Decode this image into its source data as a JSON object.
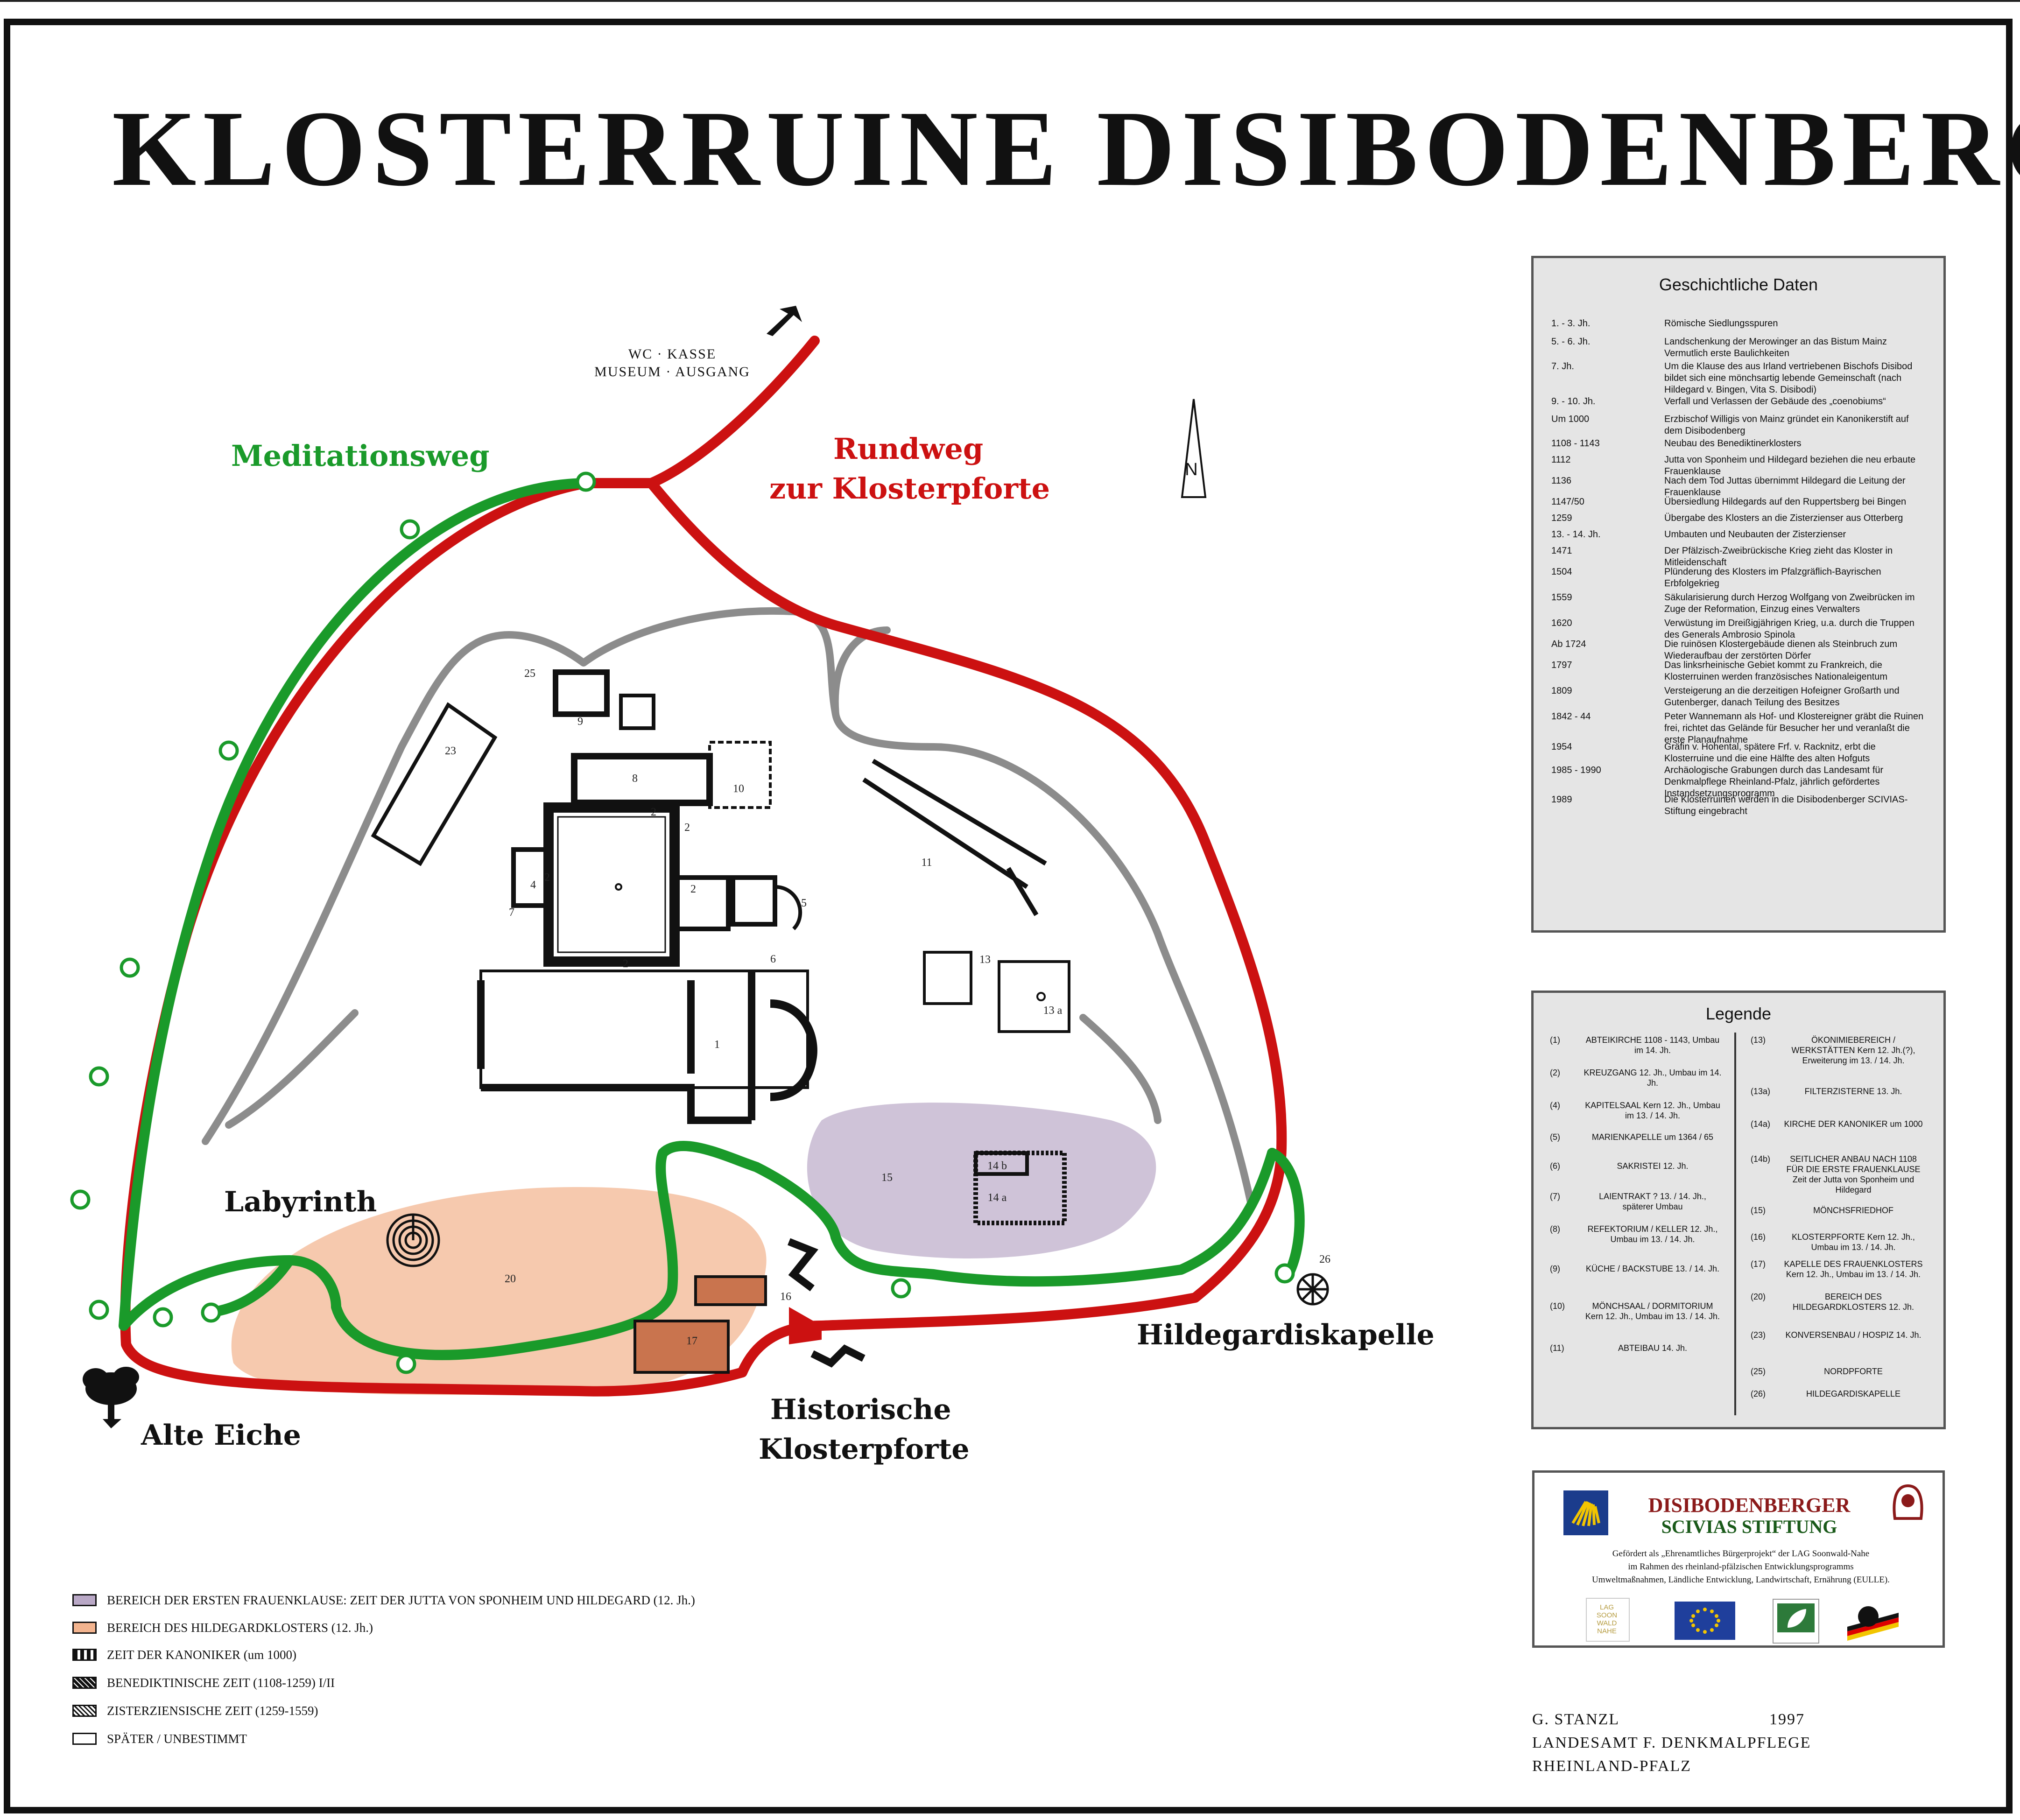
{
  "title": "KLOSTERRUINE DISIBODENBERG",
  "map": {
    "exit_label_line1": "WC · KASSE",
    "exit_label_line2": "MUSEUM · AUSGANG",
    "meditationsweg": "Meditationsweg",
    "rundweg_line1": "Rundweg",
    "rundweg_line2": "zur Klosterpforte",
    "labyrinth": "Labyrinth",
    "alte_eiche": "Alte Eiche",
    "historische_line1": "Historische",
    "historische_line2": "Klosterpforte",
    "hildegardiskapelle": "Hildegardiskapelle",
    "north": "N",
    "numbers": [
      "25",
      "9",
      "23",
      "8",
      "10",
      "2",
      "2",
      "2",
      "2",
      "7",
      "4",
      "5",
      "6",
      "2",
      "1",
      "11",
      "13",
      "13 a",
      "15",
      "14 b",
      "14 a",
      "20",
      "16",
      "17",
      "26"
    ],
    "colors": {
      "meditationsweg": "#1a9a2a",
      "rundweg": "#cc1111",
      "path_grey": "#8c8c8c",
      "frauenklause": "#cfc3d8",
      "hildegardkloster": "#f6c9ae"
    }
  },
  "history": {
    "title": "Geschichtliche Daten",
    "rows": [
      {
        "year": "1. - 3. Jh.",
        "text": "Römische Siedlungsspuren"
      },
      {
        "year": "5. - 6. Jh.",
        "text": "Landschenkung der Merowinger an das Bistum Mainz Vermutlich erste Baulichkeiten"
      },
      {
        "year": "7. Jh.",
        "text": "Um die Klause des aus Irland vertriebenen Bischofs Disibod bildet sich eine mönchsartig lebende Gemeinschaft (nach Hildegard v. Bingen, Vita S. Disibodi)"
      },
      {
        "year": "9. - 10. Jh.",
        "text": "Verfall und Verlassen der Gebäude des „coenobiums“"
      },
      {
        "year": "Um 1000",
        "text": "Erzbischof Willigis von Mainz gründet ein Kanonikerstift auf dem Disibodenberg"
      },
      {
        "year": "1108 - 1143",
        "text": "Neubau des Benediktinerklosters"
      },
      {
        "year": "1112",
        "text": "Jutta von Sponheim und Hildegard beziehen die neu erbaute Frauenklause"
      },
      {
        "year": "1136",
        "text": "Nach dem Tod Juttas übernimmt Hildegard die Leitung der Frauenklause"
      },
      {
        "year": "1147/50",
        "text": "Übersiedlung Hildegards auf den Ruppertsberg bei Bingen"
      },
      {
        "year": "1259",
        "text": "Übergabe des Klosters an die Zisterzienser aus Otterberg"
      },
      {
        "year": "13. - 14. Jh.",
        "text": "Umbauten und Neubauten der Zisterzienser"
      },
      {
        "year": "1471",
        "text": "Der Pfälzisch-Zweibrückische Krieg zieht das Kloster in Mitleidenschaft"
      },
      {
        "year": "1504",
        "text": "Plünderung des Klosters im Pfalzgräflich-Bayrischen Erbfolgekrieg"
      },
      {
        "year": "1559",
        "text": "Säkularisierung durch Herzog Wolfgang von Zweibrücken im Zuge der Reformation, Einzug eines Verwalters"
      },
      {
        "year": "1620",
        "text": "Verwüstung im Dreißigjährigen Krieg, u.a. durch die Truppen des Generals Ambrosio Spinola"
      },
      {
        "year": "Ab 1724",
        "text": "Die ruinösen Klostergebäude dienen als Steinbruch zum Wiederaufbau der zerstörten Dörfer"
      },
      {
        "year": "1797",
        "text": "Das linksrheinische Gebiet kommt zu Frankreich, die Klosterruinen werden französisches Nationaleigentum"
      },
      {
        "year": "1809",
        "text": "Versteigerung an die derzeitigen Hofeigner Großarth und Gutenberger, danach Teilung des Besitzes"
      },
      {
        "year": "1842 - 44",
        "text": "Peter Wannemann als Hof- und Klostereigner gräbt die Ruinen frei, richtet das Gelände für Besucher her und veranlaßt die erste Planaufnahme"
      },
      {
        "year": "1954",
        "text": "Gräfin v. Hohental, spätere Frf. v. Racknitz, erbt die Klosterruine und die eine Hälfte des alten Hofguts"
      },
      {
        "year": "1985 - 1990",
        "text": "Archäologische Grabungen durch das Landesamt für Denkmalpflege Rheinland-Pfalz, jährlich gefördertes Instandsetzungsprogramm"
      },
      {
        "year": "1989",
        "text": "Die Klosterruinen werden in die Disibodenberger SCIVIAS-Stiftung eingebracht"
      }
    ]
  },
  "legend": {
    "title": "Legende",
    "left": [
      {
        "num": "(1)",
        "text": "ABTEIKIRCHE 1108 - 1143, Umbau im 14. Jh."
      },
      {
        "num": "(2)",
        "text": "KREUZGANG 12. Jh., Umbau im 14. Jh."
      },
      {
        "num": "(4)",
        "text": "KAPITELSAAL Kern 12. Jh., Umbau im 13. / 14. Jh."
      },
      {
        "num": "(5)",
        "text": "MARIENKAPELLE um 1364 / 65"
      },
      {
        "num": "(6)",
        "text": "SAKRISTEI 12. Jh."
      },
      {
        "num": "(7)",
        "text": "LAIENTRAKT ? 13. / 14. Jh., späterer Umbau"
      },
      {
        "num": "(8)",
        "text": "REFEKTORIUM / KELLER 12. Jh., Umbau im 13. / 14. Jh."
      },
      {
        "num": "(9)",
        "text": "KÜCHE / BACKSTUBE 13. / 14. Jh."
      },
      {
        "num": "(10)",
        "text": "MÖNCHSAAL / DORMITORIUM Kern 12. Jh., Umbau im 13. / 14. Jh."
      },
      {
        "num": "(11)",
        "text": "ABTEIBAU 14. Jh."
      }
    ],
    "right": [
      {
        "num": "(13)",
        "text": "ÖKONIMIEBEREICH / WERKSTÄTTEN Kern 12. Jh.(?), Erweiterung im 13. / 14. Jh."
      },
      {
        "num": "(13a)",
        "text": "FILTERZISTERNE 13. Jh."
      },
      {
        "num": "(14a)",
        "text": "KIRCHE DER KANONIKER um 1000"
      },
      {
        "num": "(14b)",
        "text": "SEITLICHER ANBAU NACH 1108 FÜR DIE ERSTE FRAUENKLAUSE Zeit der Jutta von Sponheim und Hildegard"
      },
      {
        "num": "(15)",
        "text": "MÖNCHSFRIEDHOF"
      },
      {
        "num": "(16)",
        "text": "KLOSTERPFORTE Kern 12. Jh., Umbau im 13. / 14. Jh."
      },
      {
        "num": "(17)",
        "text": "KAPELLE DES FRAUENKLOSTERS Kern 12. Jh., Umbau im 13. / 14. Jh."
      },
      {
        "num": "(20)",
        "text": "BEREICH DES HILDEGARDKLOSTERS 12. Jh."
      },
      {
        "num": "(23)",
        "text": "KONVERSENBAU / HOSPIZ 14. Jh."
      },
      {
        "num": "(25)",
        "text": "NORDPFORTE"
      },
      {
        "num": "(26)",
        "text": "HILDEGARDISKAPELLE"
      }
    ]
  },
  "key": [
    {
      "label": "BEREICH DER ERSTEN FRAUENKLAUSE: ZEIT DER JUTTA VON SPONHEIM UND HILDEGARD (12. Jh.)",
      "swatch": "#b9a8c6"
    },
    {
      "label": "BEREICH DES HILDEGARDKLOSTERS (12. Jh.)",
      "swatch": "#f3b48f"
    },
    {
      "label": "ZEIT DER KANONIKER (um 1000)",
      "swatch": "dotted"
    },
    {
      "label": "BENEDIKTINISCHE ZEIT (1108-1259) I/II",
      "swatch": "dark-hatch"
    },
    {
      "label": "ZISTERZIENSISCHE ZEIT (1259-1559)",
      "swatch": "hatch"
    },
    {
      "label": "SPÄTER / UNBESTIMMT",
      "swatch": "#ffffff"
    }
  ],
  "sponsor": {
    "name_line1": "DISIBODENBERGER",
    "name_line2": "SCIVIAS STIFTUNG",
    "text_line1": "Gefördert als „Ehrenamtliches Bürgerprojekt“ der LAG Soonwald-Nahe",
    "text_line2": "im Rahmen des rheinland-pfälzischen Entwicklungsprogramms",
    "text_line3": "Umweltmaßnahmen, Ländliche Entwicklung, Landwirtschaft, Ernährung (EULLE).",
    "lag_logo": "LAG SOON WALD NAHE"
  },
  "credits": {
    "author": "G. STANZL",
    "year": "1997",
    "line2": "LANDESAMT F. DENKMALPFLEGE",
    "line3": "RHEINLAND-PFALZ"
  }
}
